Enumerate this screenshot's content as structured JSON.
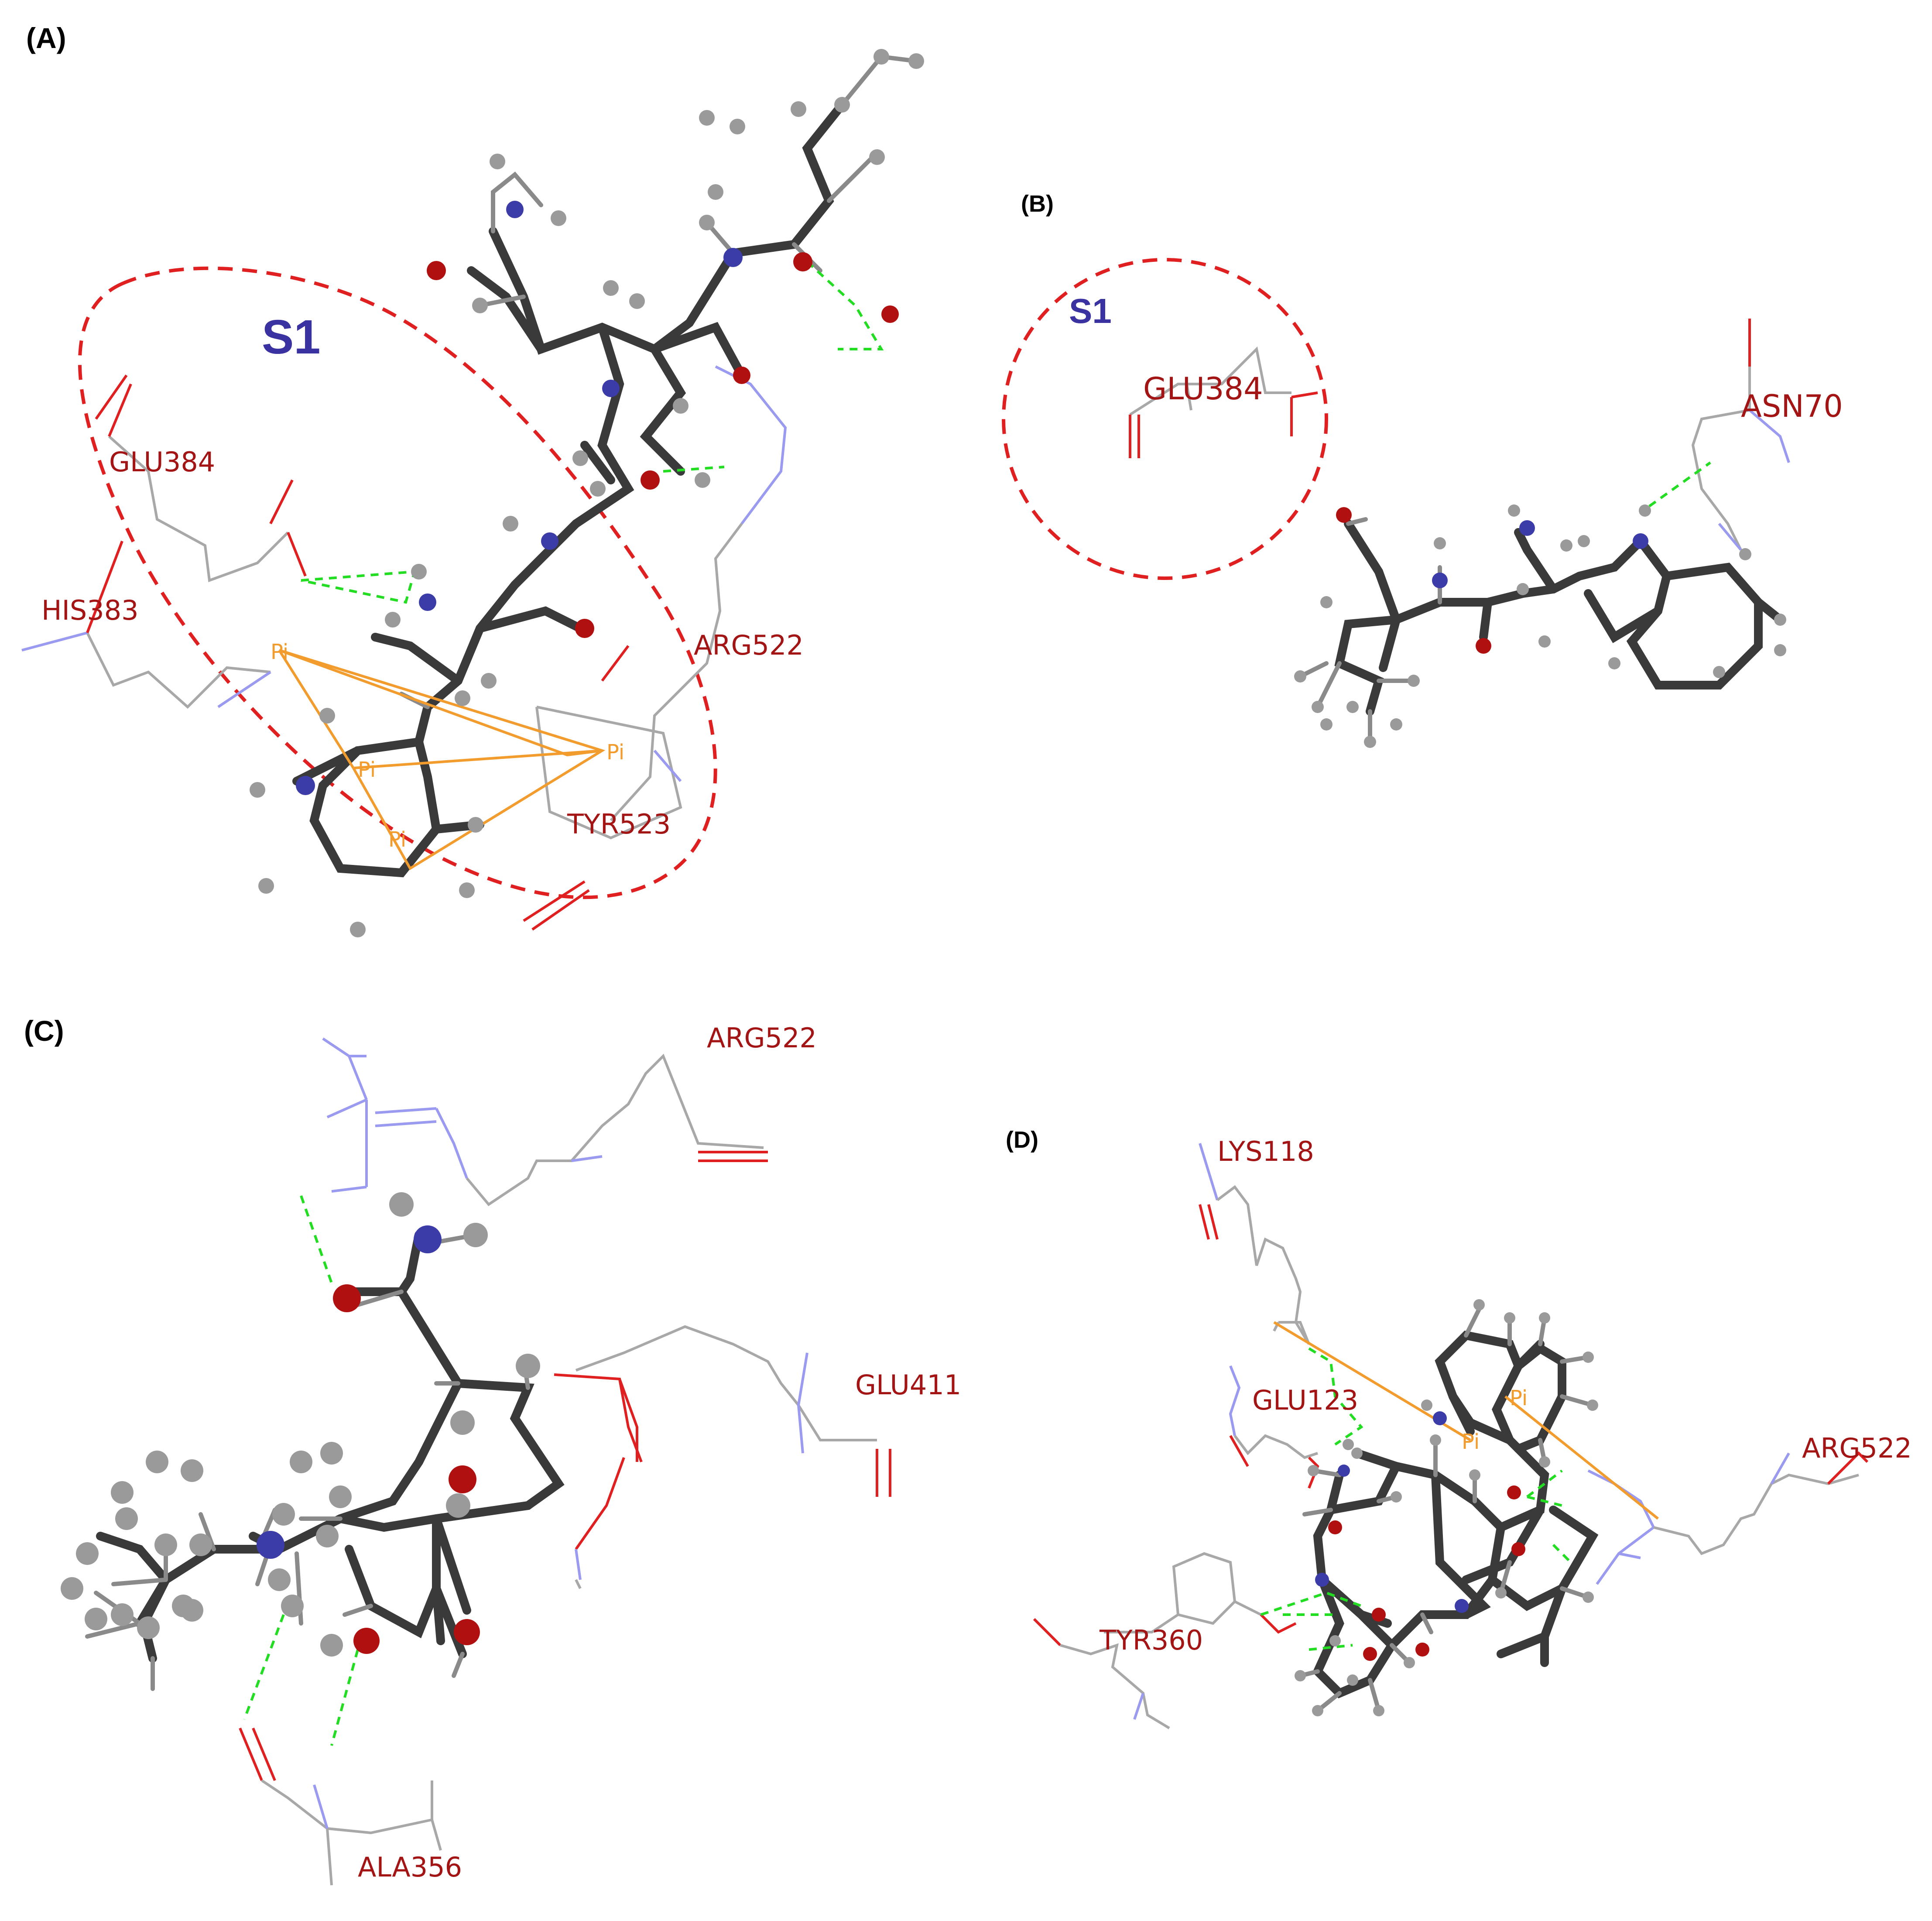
{
  "panels": [
    {
      "letter": "(A)",
      "site": "S1",
      "residues": [
        "GLU384",
        "HIS383",
        "ARG522",
        "TYR523"
      ],
      "pi_labels": [
        "Pi",
        "Pi",
        "Pi",
        "Pi"
      ]
    },
    {
      "letter": "(B)",
      "site": "S1",
      "residues": [
        "GLU384",
        "ASN70"
      ]
    },
    {
      "letter": "(C)",
      "residues": [
        "ARG522",
        "GLU411",
        "ALA356"
      ]
    },
    {
      "letter": "(D)",
      "residues": [
        "LYS118",
        "GLU123",
        "ARG522",
        "TYR360"
      ],
      "pi_labels": [
        "Pi",
        "Pi"
      ]
    }
  ],
  "colors": {
    "residue_label": "#a31515",
    "site_label": "#3a32a0",
    "pocket_outline": "#e02020",
    "hbond": "#22dd22",
    "pi_interaction": "#f39c2e",
    "carbon": "#4a4a4a",
    "hydrogen": "#9a9a9a",
    "nitrogen": "#3c3ca8",
    "oxygen": "#b01010"
  }
}
